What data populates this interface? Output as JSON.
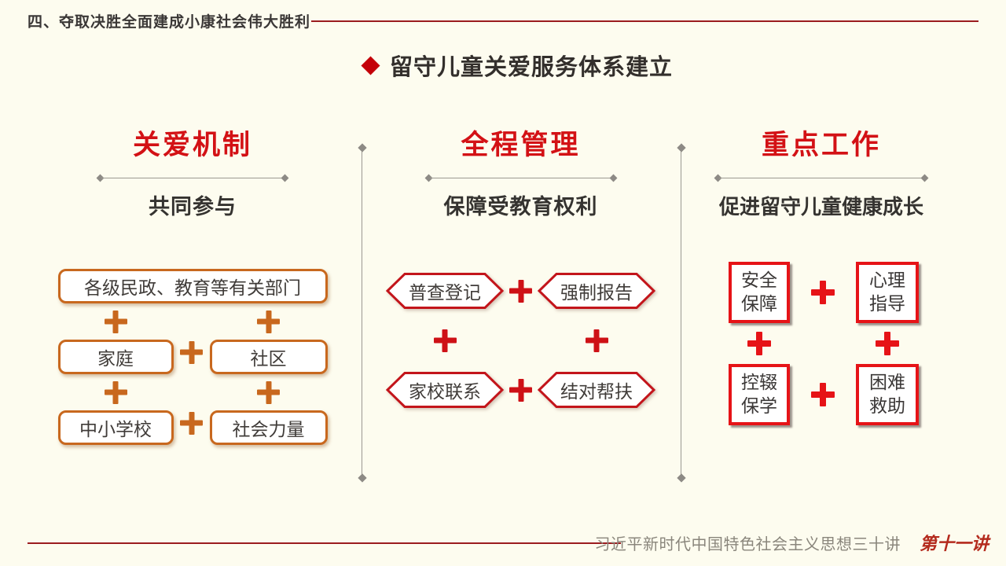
{
  "kicker": "四、夺取决胜全面建成小康社会伟大胜利",
  "slide_title": "留守儿童关爱服务体系建立",
  "columns": [
    {
      "heading": "关爱机制",
      "subtitle": "共同参与",
      "top_box": "各级民政、教育等有关部门",
      "row1": [
        "家庭",
        "社区"
      ],
      "row2": [
        "中小学校",
        "社会力量"
      ]
    },
    {
      "heading": "全程管理",
      "subtitle": "保障受教育权利",
      "row1": [
        "普查登记",
        "强制报告"
      ],
      "row2": [
        "家校联系",
        "结对帮扶"
      ]
    },
    {
      "heading": "重点工作",
      "subtitle": "促进留守儿童健康成长",
      "row1": [
        "安全\n保障",
        "心理\n指导"
      ],
      "row2": [
        "控辍\n保学",
        "困难\n救助"
      ]
    }
  ],
  "footer": {
    "series_title": "习近平新时代中国特色社会主义思想三十讲",
    "lecture_badge": "第十一讲"
  },
  "colors": {
    "background": "#FDFCEF",
    "dark_red_line": "#9B1C1F",
    "heading_red": "#D31115",
    "orange_accent": "#C8681E",
    "hexagon_red": "#C3151B",
    "box_red": "#E61317",
    "text_dark": "#3A3736",
    "gray_line": "#9B9892",
    "footer_gray": "#8A867C",
    "footer_red": "#B42A1D"
  }
}
